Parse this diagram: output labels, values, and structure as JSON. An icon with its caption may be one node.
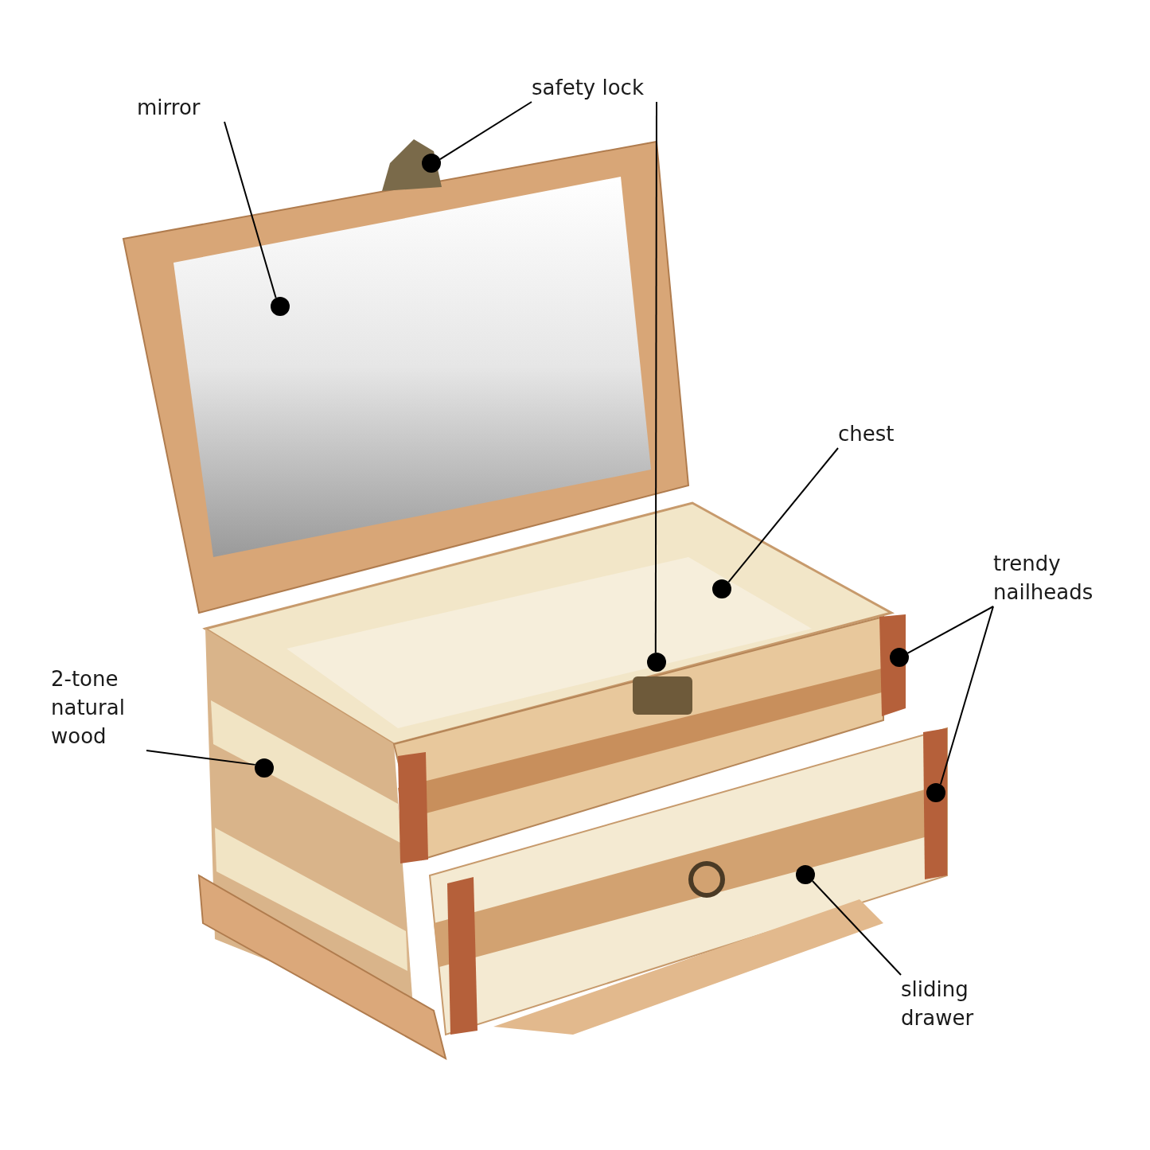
{
  "diagram": {
    "nodes": [
      {
        "text": [
          "mirror"
        ]
      },
      {
        "text": [
          "safety lock"
        ]
      },
      {
        "text": [
          "chest"
        ]
      },
      {
        "text": [
          "trendy nailheads"
        ]
      },
      {
        "text": [
          "2-tone natural wood"
        ]
      },
      {
        "text": [
          "sliding drawer"
        ]
      },
      {
        "text": [],
        "shape": "circle"
      },
      {
        "text": [],
        "shape": "circle"
      },
      {
        "text": [],
        "shape": "circle"
      },
      {
        "text": [],
        "shape": "circle"
      },
      {
        "text": [],
        "shape": "circle"
      },
      {
        "text": [],
        "shape": "circle"
      },
      {
        "text": [],
        "shape": "circle"
      },
      {
        "text": [],
        "shape": "circle"
      }
    ],
    "edges": [
      {
        "from": 0,
        "to": 6,
        "arrow": "none"
      },
      {
        "from": 1,
        "to": 7,
        "arrow": "none"
      },
      {
        "from": 1,
        "to": 8,
        "arrow": "none"
      },
      {
        "from": 2,
        "to": 9,
        "arrow": "none"
      },
      {
        "from": 3,
        "to": 10,
        "arrow": "none"
      },
      {
        "from": 3,
        "to": 11,
        "arrow": "none"
      },
      {
        "from": 4,
        "to": 12,
        "arrow": "none"
      },
      {
        "from": 5,
        "to": 13,
        "arrow": "none"
      }
    ]
  }
}
